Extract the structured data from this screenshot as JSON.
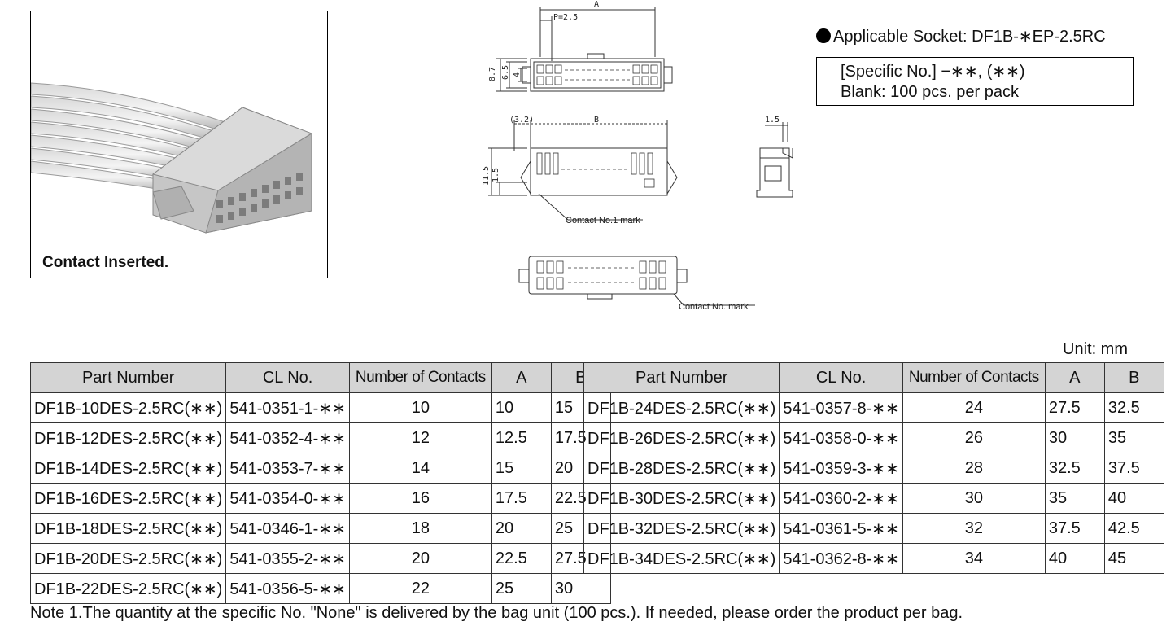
{
  "photo": {
    "caption": "Contact Inserted."
  },
  "drawings": {
    "top_view": {
      "dim_a": "A",
      "dim_pitch": "P=2.5",
      "dim_87": "8.7",
      "dim_65": "6.5",
      "dim_4": "4"
    },
    "front_view": {
      "dim_32": "(3.2)",
      "dim_b": "B",
      "dim_115": "11.5",
      "dim_15": "1.5",
      "mark1": "Contact No.1 mark"
    },
    "side_view": {
      "dim_15": "1.5"
    },
    "bottom_view": {
      "mark": "Contact No. mark"
    }
  },
  "socket": {
    "text": "Applicable Socket: DF1B-∗EP-2.5RC",
    "spec_line": "[Specific No.]  −∗∗, (∗∗)",
    "blank_line": "Blank: 100 pcs. per pack"
  },
  "unit": "Unit: mm",
  "headers": [
    "Part Number",
    "CL No.",
    "Number of Contacts",
    "A",
    "B"
  ],
  "left_rows": [
    [
      "DF1B-10DES-2.5RC(∗∗)",
      "541-0351-1-∗∗",
      "10",
      "10",
      "15"
    ],
    [
      "DF1B-12DES-2.5RC(∗∗)",
      "541-0352-4-∗∗",
      "12",
      "12.5",
      "17.5"
    ],
    [
      "DF1B-14DES-2.5RC(∗∗)",
      "541-0353-7-∗∗",
      "14",
      "15",
      "20"
    ],
    [
      "DF1B-16DES-2.5RC(∗∗)",
      "541-0354-0-∗∗",
      "16",
      "17.5",
      "22.5"
    ],
    [
      "DF1B-18DES-2.5RC(∗∗)",
      "541-0346-1-∗∗",
      "18",
      "20",
      "25"
    ],
    [
      "DF1B-20DES-2.5RC(∗∗)",
      "541-0355-2-∗∗",
      "20",
      "22.5",
      "27.5"
    ],
    [
      "DF1B-22DES-2.5RC(∗∗)",
      "541-0356-5-∗∗",
      "22",
      "25",
      "30"
    ]
  ],
  "right_rows": [
    [
      "DF1B-24DES-2.5RC(∗∗)",
      "541-0357-8-∗∗",
      "24",
      "27.5",
      "32.5"
    ],
    [
      "DF1B-26DES-2.5RC(∗∗)",
      "541-0358-0-∗∗",
      "26",
      "30",
      "35"
    ],
    [
      "DF1B-28DES-2.5RC(∗∗)",
      "541-0359-3-∗∗",
      "28",
      "32.5",
      "37.5"
    ],
    [
      "DF1B-30DES-2.5RC(∗∗)",
      "541-0360-2-∗∗",
      "30",
      "35",
      "40"
    ],
    [
      "DF1B-32DES-2.5RC(∗∗)",
      "541-0361-5-∗∗",
      "32",
      "37.5",
      "42.5"
    ],
    [
      "DF1B-34DES-2.5RC(∗∗)",
      "541-0362-8-∗∗",
      "34",
      "40",
      "45"
    ]
  ],
  "note": "Note 1.The quantity at the specific No. \"None\" is delivered by the bag unit (100 pcs.). If needed, please order the product per bag."
}
